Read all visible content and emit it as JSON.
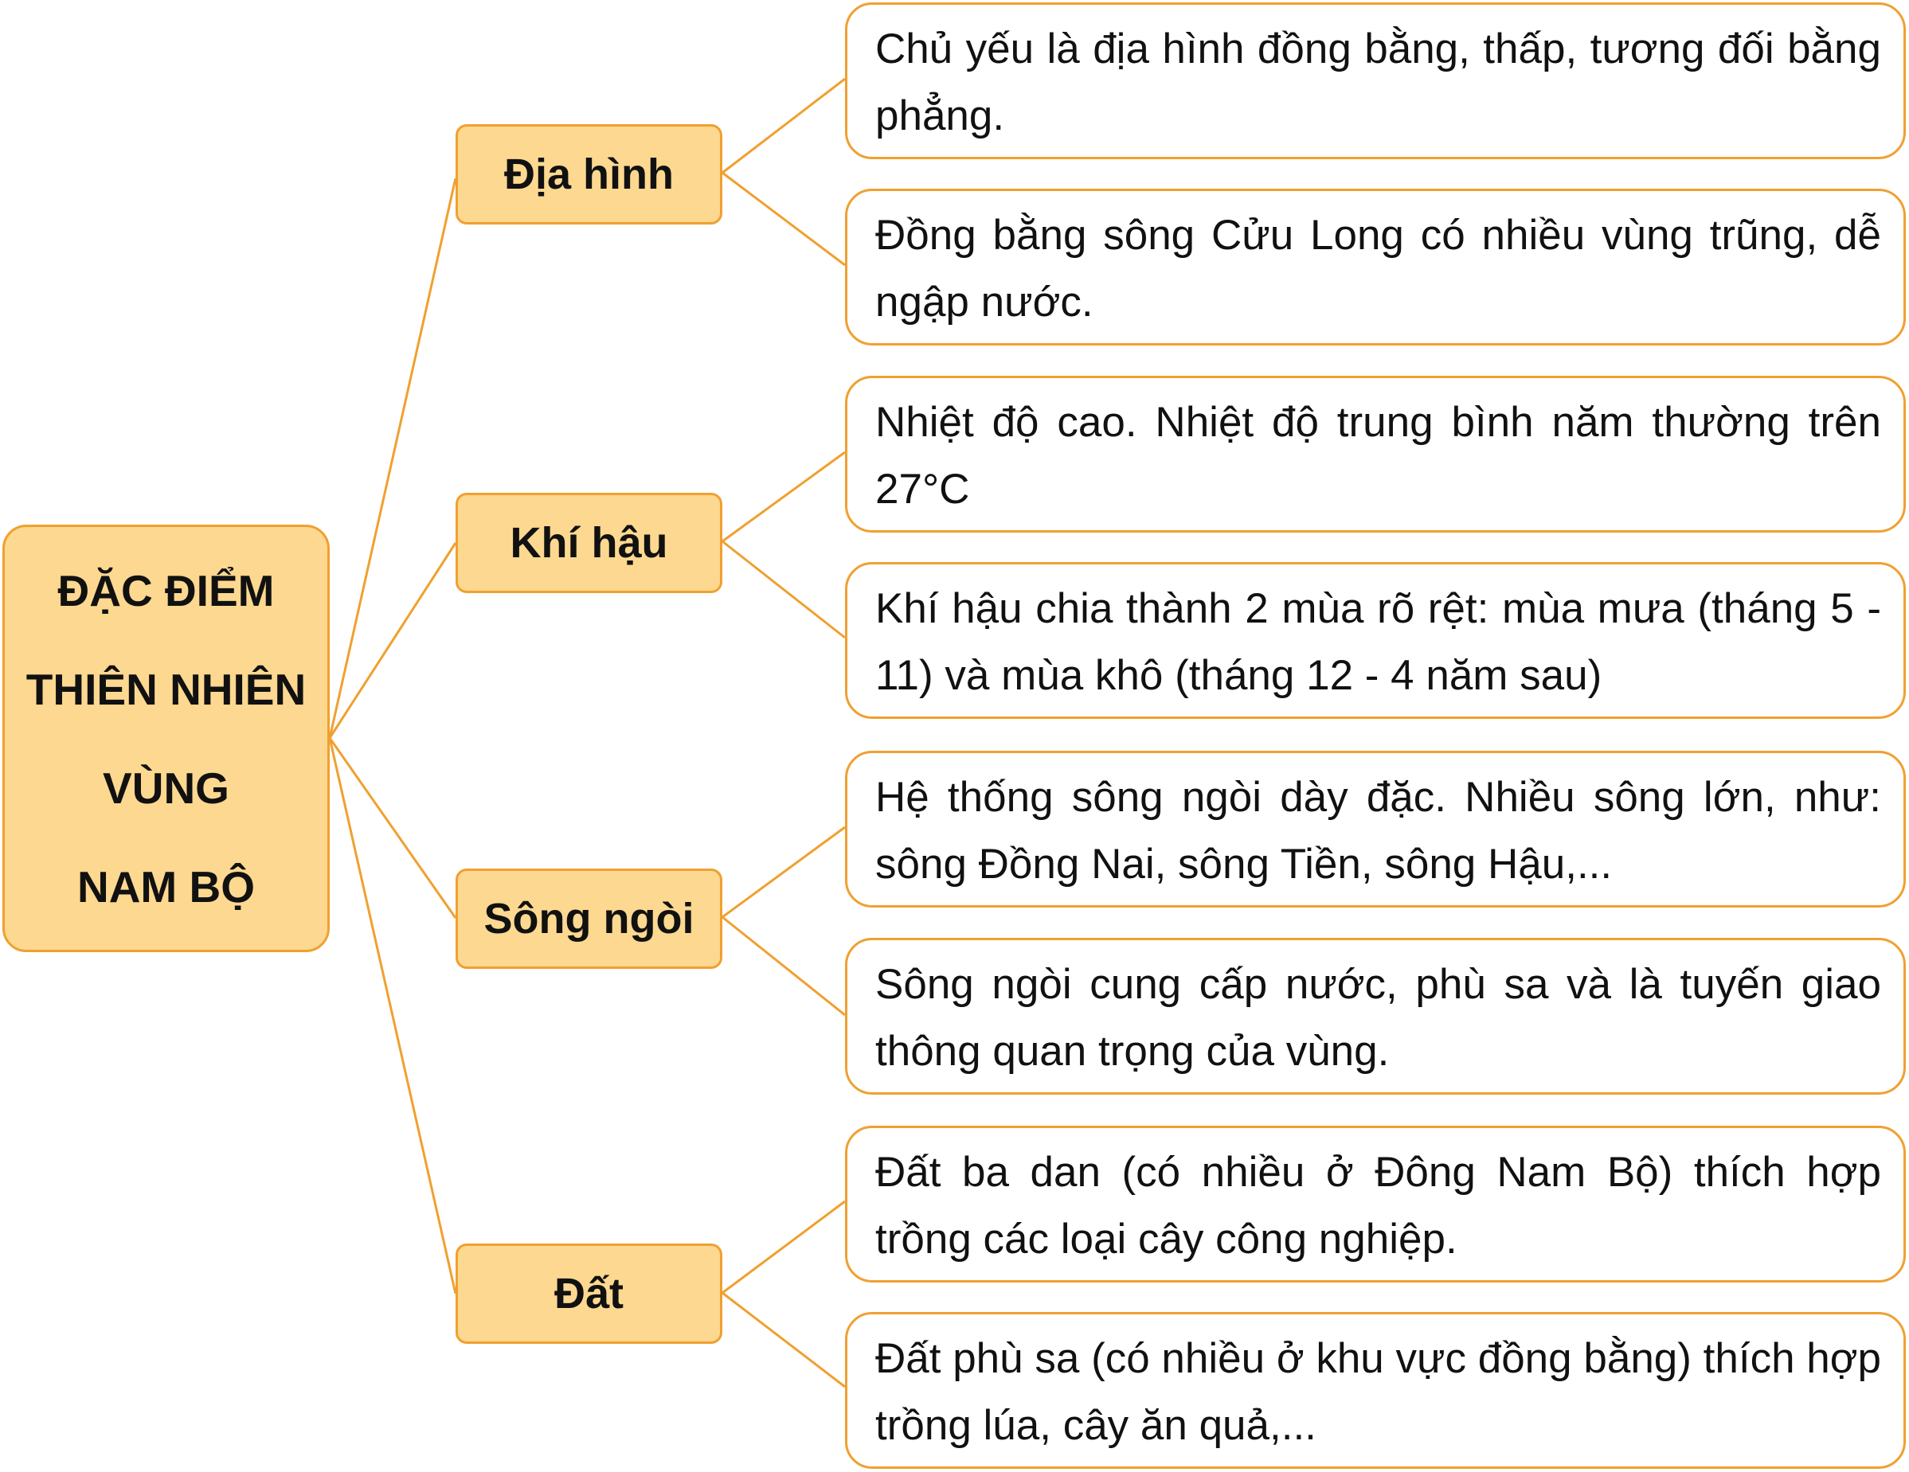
{
  "root": {
    "lines": [
      "ĐẶC ĐIỂM",
      "THIÊN NHIÊN",
      "VÙNG",
      "NAM BỘ"
    ]
  },
  "categories": [
    {
      "label": "Địa hình",
      "details": [
        "Chủ yếu là địa hình đồng bằng, thấp, tương đối bằng phẳng.",
        "Đồng bằng sông Cửu Long có nhiều vùng trũng, dễ ngập nước."
      ]
    },
    {
      "label": "Khí hậu",
      "details": [
        "Nhiệt độ cao. Nhiệt độ trung bình năm thường trên 27°C",
        "Khí hậu chia thành 2 mùa rõ rệt: mùa mưa (tháng 5 - 11) và mùa khô (tháng 12 - 4 năm sau)"
      ]
    },
    {
      "label": "Sông ngòi",
      "details": [
        "Hệ thống sông ngòi dày đặc. Nhiều sông lớn, như: sông Đồng Nai, sông Tiền, sông Hậu,...",
        "Sông ngòi cung cấp nước, phù sa và là tuyến giao thông quan trọng của vùng."
      ]
    },
    {
      "label": "Đất",
      "details": [
        "Đất ba dan (có nhiều ở Đông Nam Bộ) thích hợp trồng các loại cây công nghiệp.",
        "Đất phù sa (có nhiều ở khu vực đồng bằng) thích hợp trồng lúa, cây ăn quả,..."
      ]
    }
  ],
  "colors": {
    "box_fill": "#fdd890",
    "border": "#f0a030",
    "text": "#111111"
  }
}
